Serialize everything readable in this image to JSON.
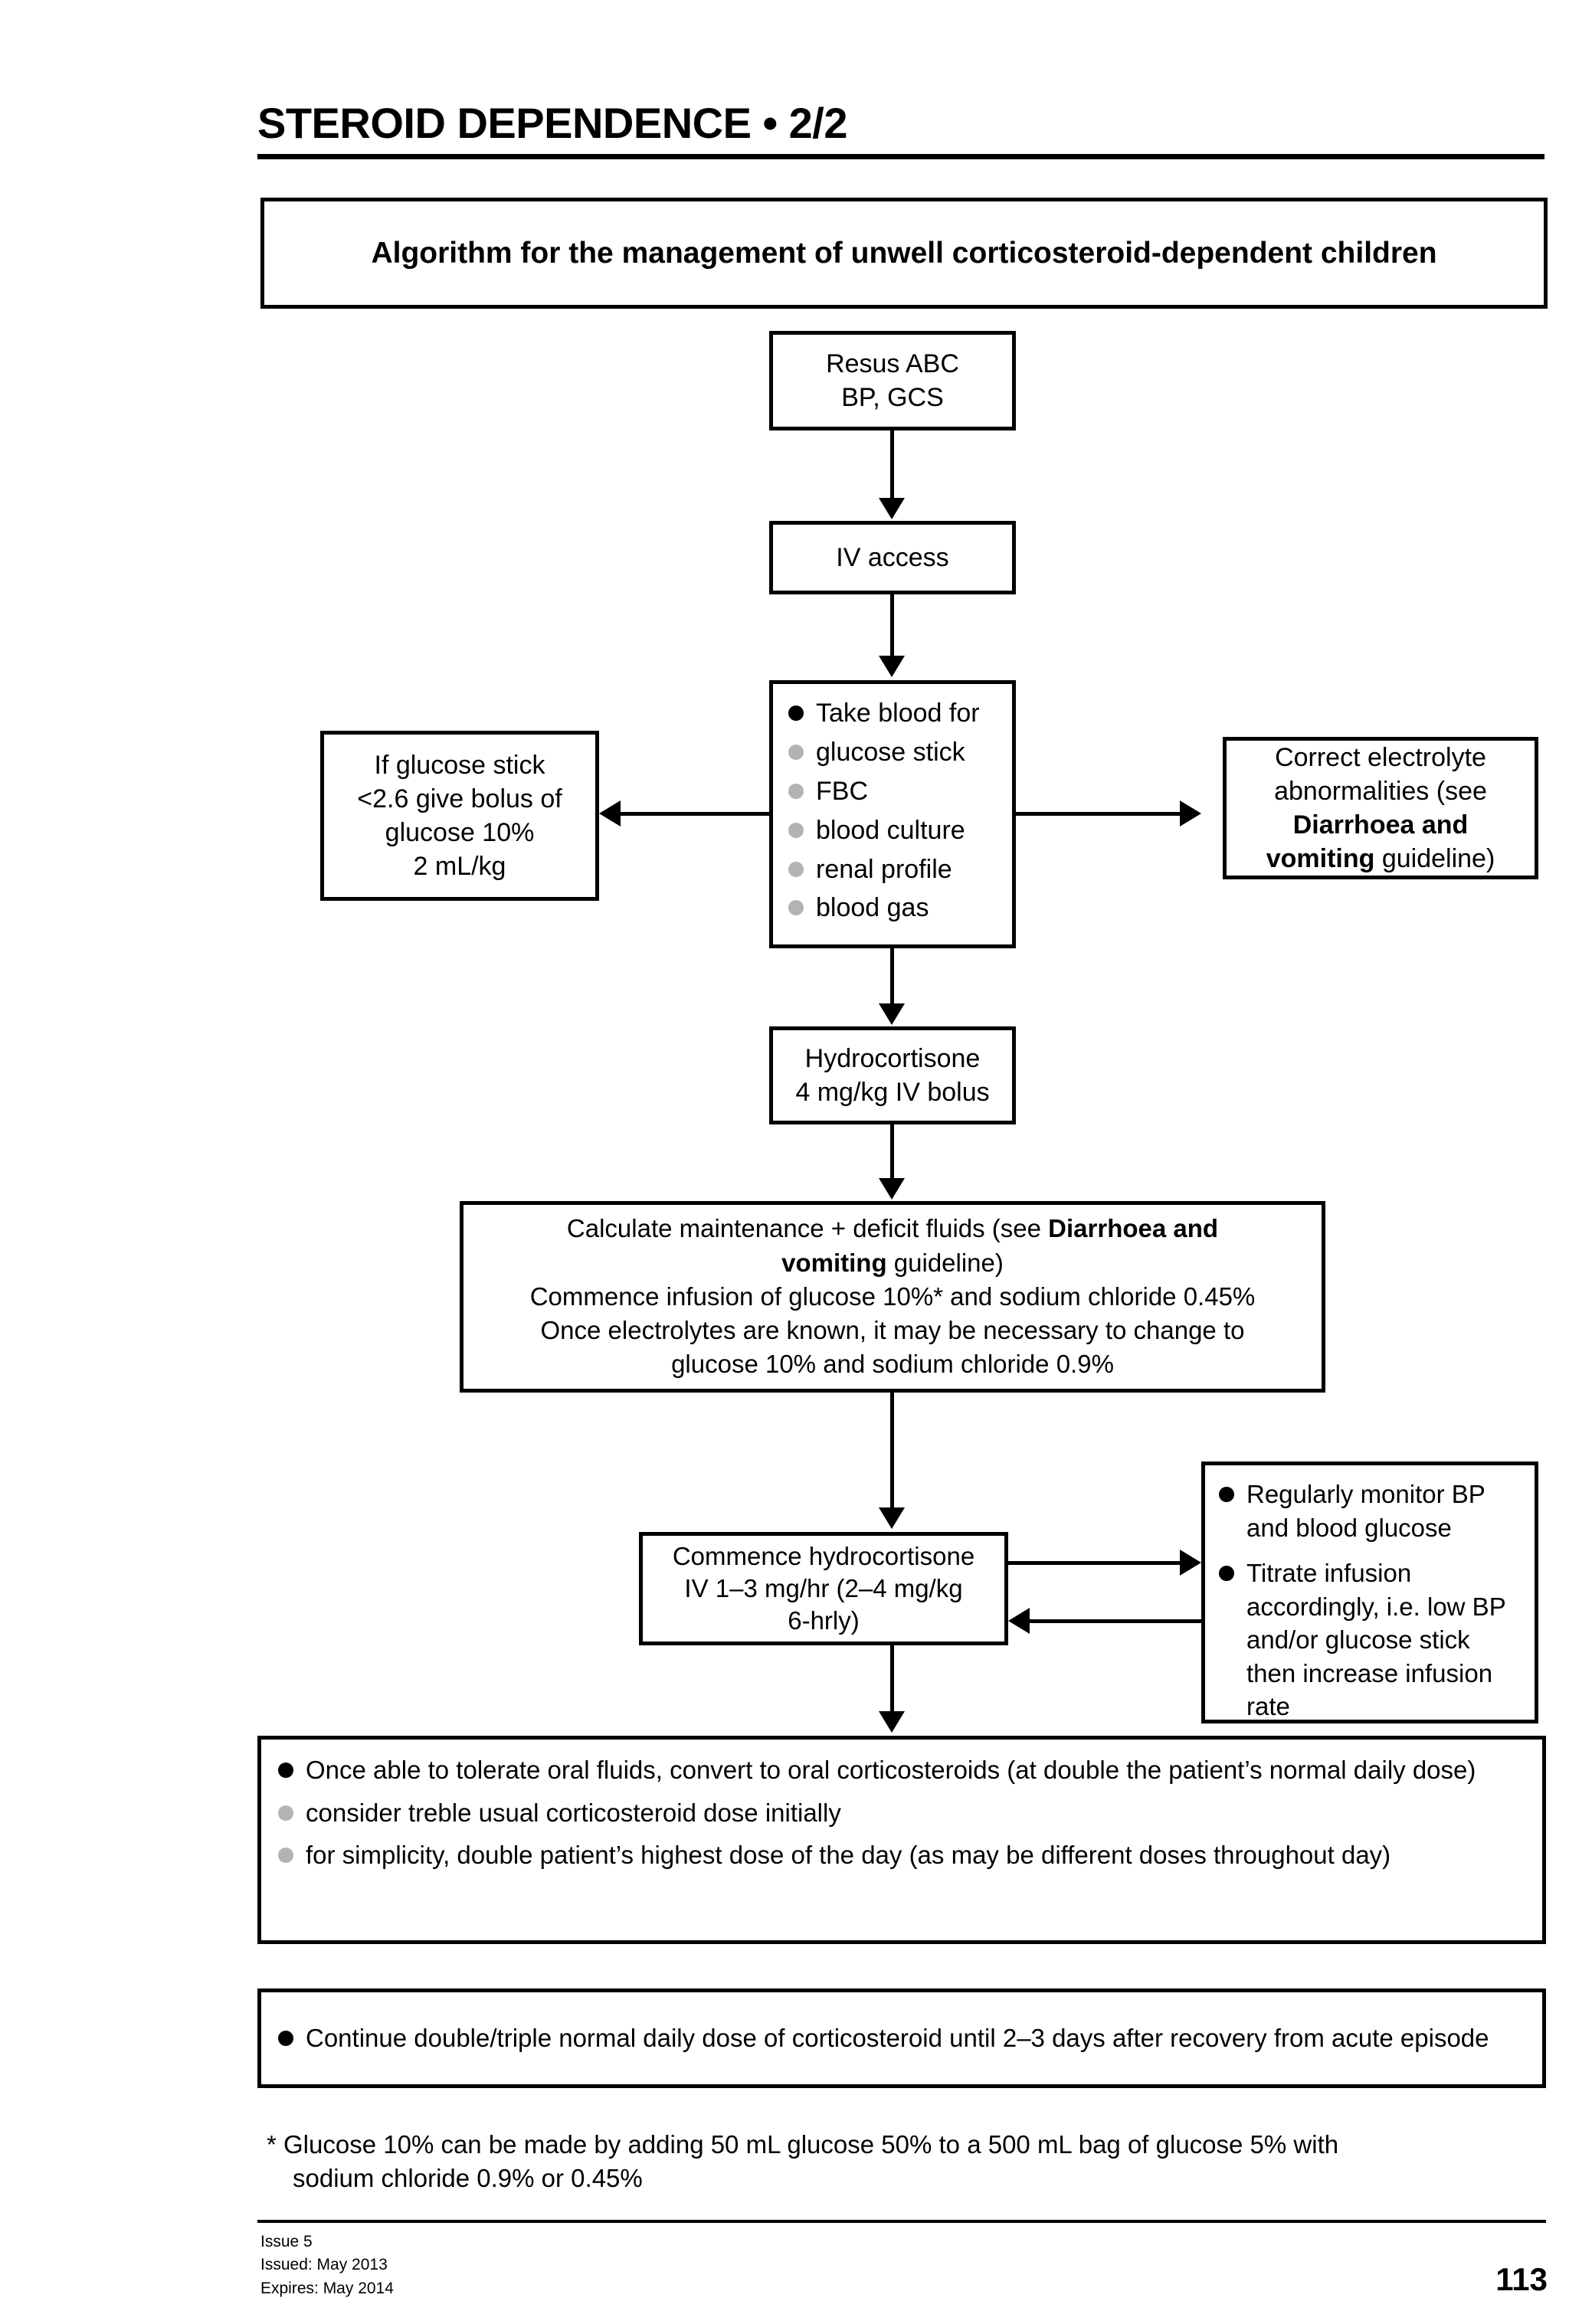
{
  "header": {
    "title": "STEROID DEPENDENCE • 2/2"
  },
  "algorithm_title": "Algorithm for the management of unwell corticosteroid-dependent children",
  "boxes": {
    "resus": {
      "line1": "Resus ABC",
      "line2": "BP, GCS"
    },
    "iv_access": {
      "line1": "IV access"
    },
    "take_blood": {
      "items": [
        {
          "text": "Take blood for",
          "level": "main"
        },
        {
          "text": "glucose stick",
          "level": "sub"
        },
        {
          "text": "FBC",
          "level": "sub"
        },
        {
          "text": "blood culture",
          "level": "sub"
        },
        {
          "text": "renal profile",
          "level": "sub"
        },
        {
          "text": "blood gas",
          "level": "sub"
        }
      ]
    },
    "glucose_bolus": {
      "line1": "If glucose stick",
      "line2": "<2.6 give bolus of",
      "line3": "glucose 10%",
      "line4": "2 mL/kg"
    },
    "electrolytes": {
      "line1": "Correct electrolyte",
      "line2": "abnormalities (see",
      "line3_bold": "Diarrhoea and",
      "line4_bold": "vomiting",
      "line4_rest": " guideline)"
    },
    "hydrocortisone_bolus": {
      "line1": "Hydrocortisone",
      "line2": "4 mg/kg IV bolus"
    },
    "fluids": {
      "line1_a": "Calculate maintenance + deficit fluids (see ",
      "line1_bold": "Diarrhoea and",
      "line2_bold": "vomiting",
      "line2_rest": " guideline)",
      "line3": "Commence infusion of glucose 10%* and sodium chloride 0.45%",
      "line4": "Once electrolytes are known, it may be necessary to change to",
      "line5": "glucose 10% and sodium chloride 0.9%"
    },
    "commence_hydrocortisone": {
      "line1": "Commence hydrocortisone",
      "line2": "IV 1–3 mg/hr (2–4 mg/kg",
      "line3": "6-hrly)"
    },
    "monitor": {
      "items": [
        {
          "text": "Regularly monitor BP and blood glucose",
          "level": "main"
        },
        {
          "text": "Titrate infusion accordingly, i.e. low BP and/or glucose stick then increase infusion rate",
          "level": "main"
        }
      ]
    },
    "oral_conversion": {
      "items": [
        {
          "text": "Once able to tolerate oral fluids, convert to oral corticosteroids (at double the patient’s normal daily dose)",
          "level": "main"
        },
        {
          "text": "consider treble usual corticosteroid dose initially",
          "level": "sub"
        },
        {
          "text": "for simplicity, double patient’s highest dose of the day (as may be different doses throughout day)",
          "level": "sub"
        }
      ]
    },
    "continue_dose": {
      "items": [
        {
          "text": "Continue double/triple normal daily dose of corticosteroid until 2–3 days after recovery from acute episode",
          "level": "main"
        }
      ]
    }
  },
  "footnote": {
    "marker": "*",
    "line1": " Glucose 10% can be made by adding 50 mL glucose 50% to a 500 mL bag of glucose 5% with",
    "line2": "sodium chloride 0.9% or 0.45%"
  },
  "footer": {
    "issue": "Issue 5",
    "issued": "Issued: May 2013",
    "expires": "Expires: May 2014",
    "page_number": "113"
  },
  "colors": {
    "ink": "#000000",
    "paper": "#ffffff",
    "sub_bullet": "#b3b3b3"
  }
}
